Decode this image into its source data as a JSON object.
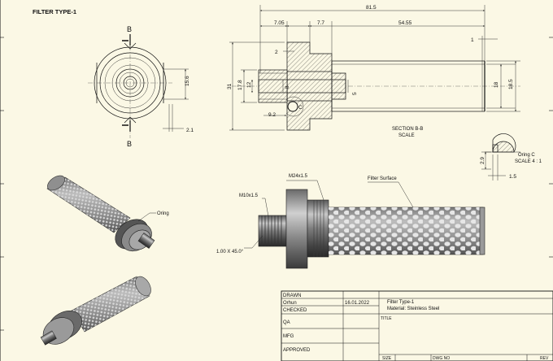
{
  "sheet_title": "FILTER TYPE-1",
  "section_markers": [
    "B",
    "B"
  ],
  "dimensions": {
    "overall_length": "81.5",
    "d_705": "7.05",
    "d_77": "7.7",
    "d_5455": "54.55",
    "d_1": "1",
    "d_2": "2",
    "d_31": "31",
    "d_178": "17.8",
    "d_12": "12",
    "d_8": "8",
    "d_5": "5",
    "d_92": "9.2",
    "d_18": "18",
    "d_185": "18.5",
    "d_156": "15.6",
    "d_21": "2.1",
    "d_29": "2.9",
    "d_15": "1.5"
  },
  "detail_labels": {
    "callout": "C",
    "section_title": "SECTION B-B",
    "section_scale": "SCALE",
    "detail_title": "Oring  C",
    "detail_scale": "SCALE 4 : 1"
  },
  "annotations": {
    "oring": "Oring",
    "m24": "M24x1.5",
    "filter_surface": "Filter Surface",
    "m10": "M10x1.5",
    "chamfer": "1.00 X 45.0°"
  },
  "title_block": {
    "drawn_label": "DRAWN",
    "drawn_name": "Orhun",
    "drawn_date": "16.01.2022",
    "checked_label": "CHECKED",
    "qa_label": "QA",
    "mfg_label": "MFG",
    "approved_label": "APPROVED",
    "part_name": "Filter Type-1",
    "material": "Material: Steinless Steel",
    "title_label": "TITLE",
    "size_label": "SIZE",
    "dwg_label": "DWG NO",
    "rev_label": "REV"
  }
}
